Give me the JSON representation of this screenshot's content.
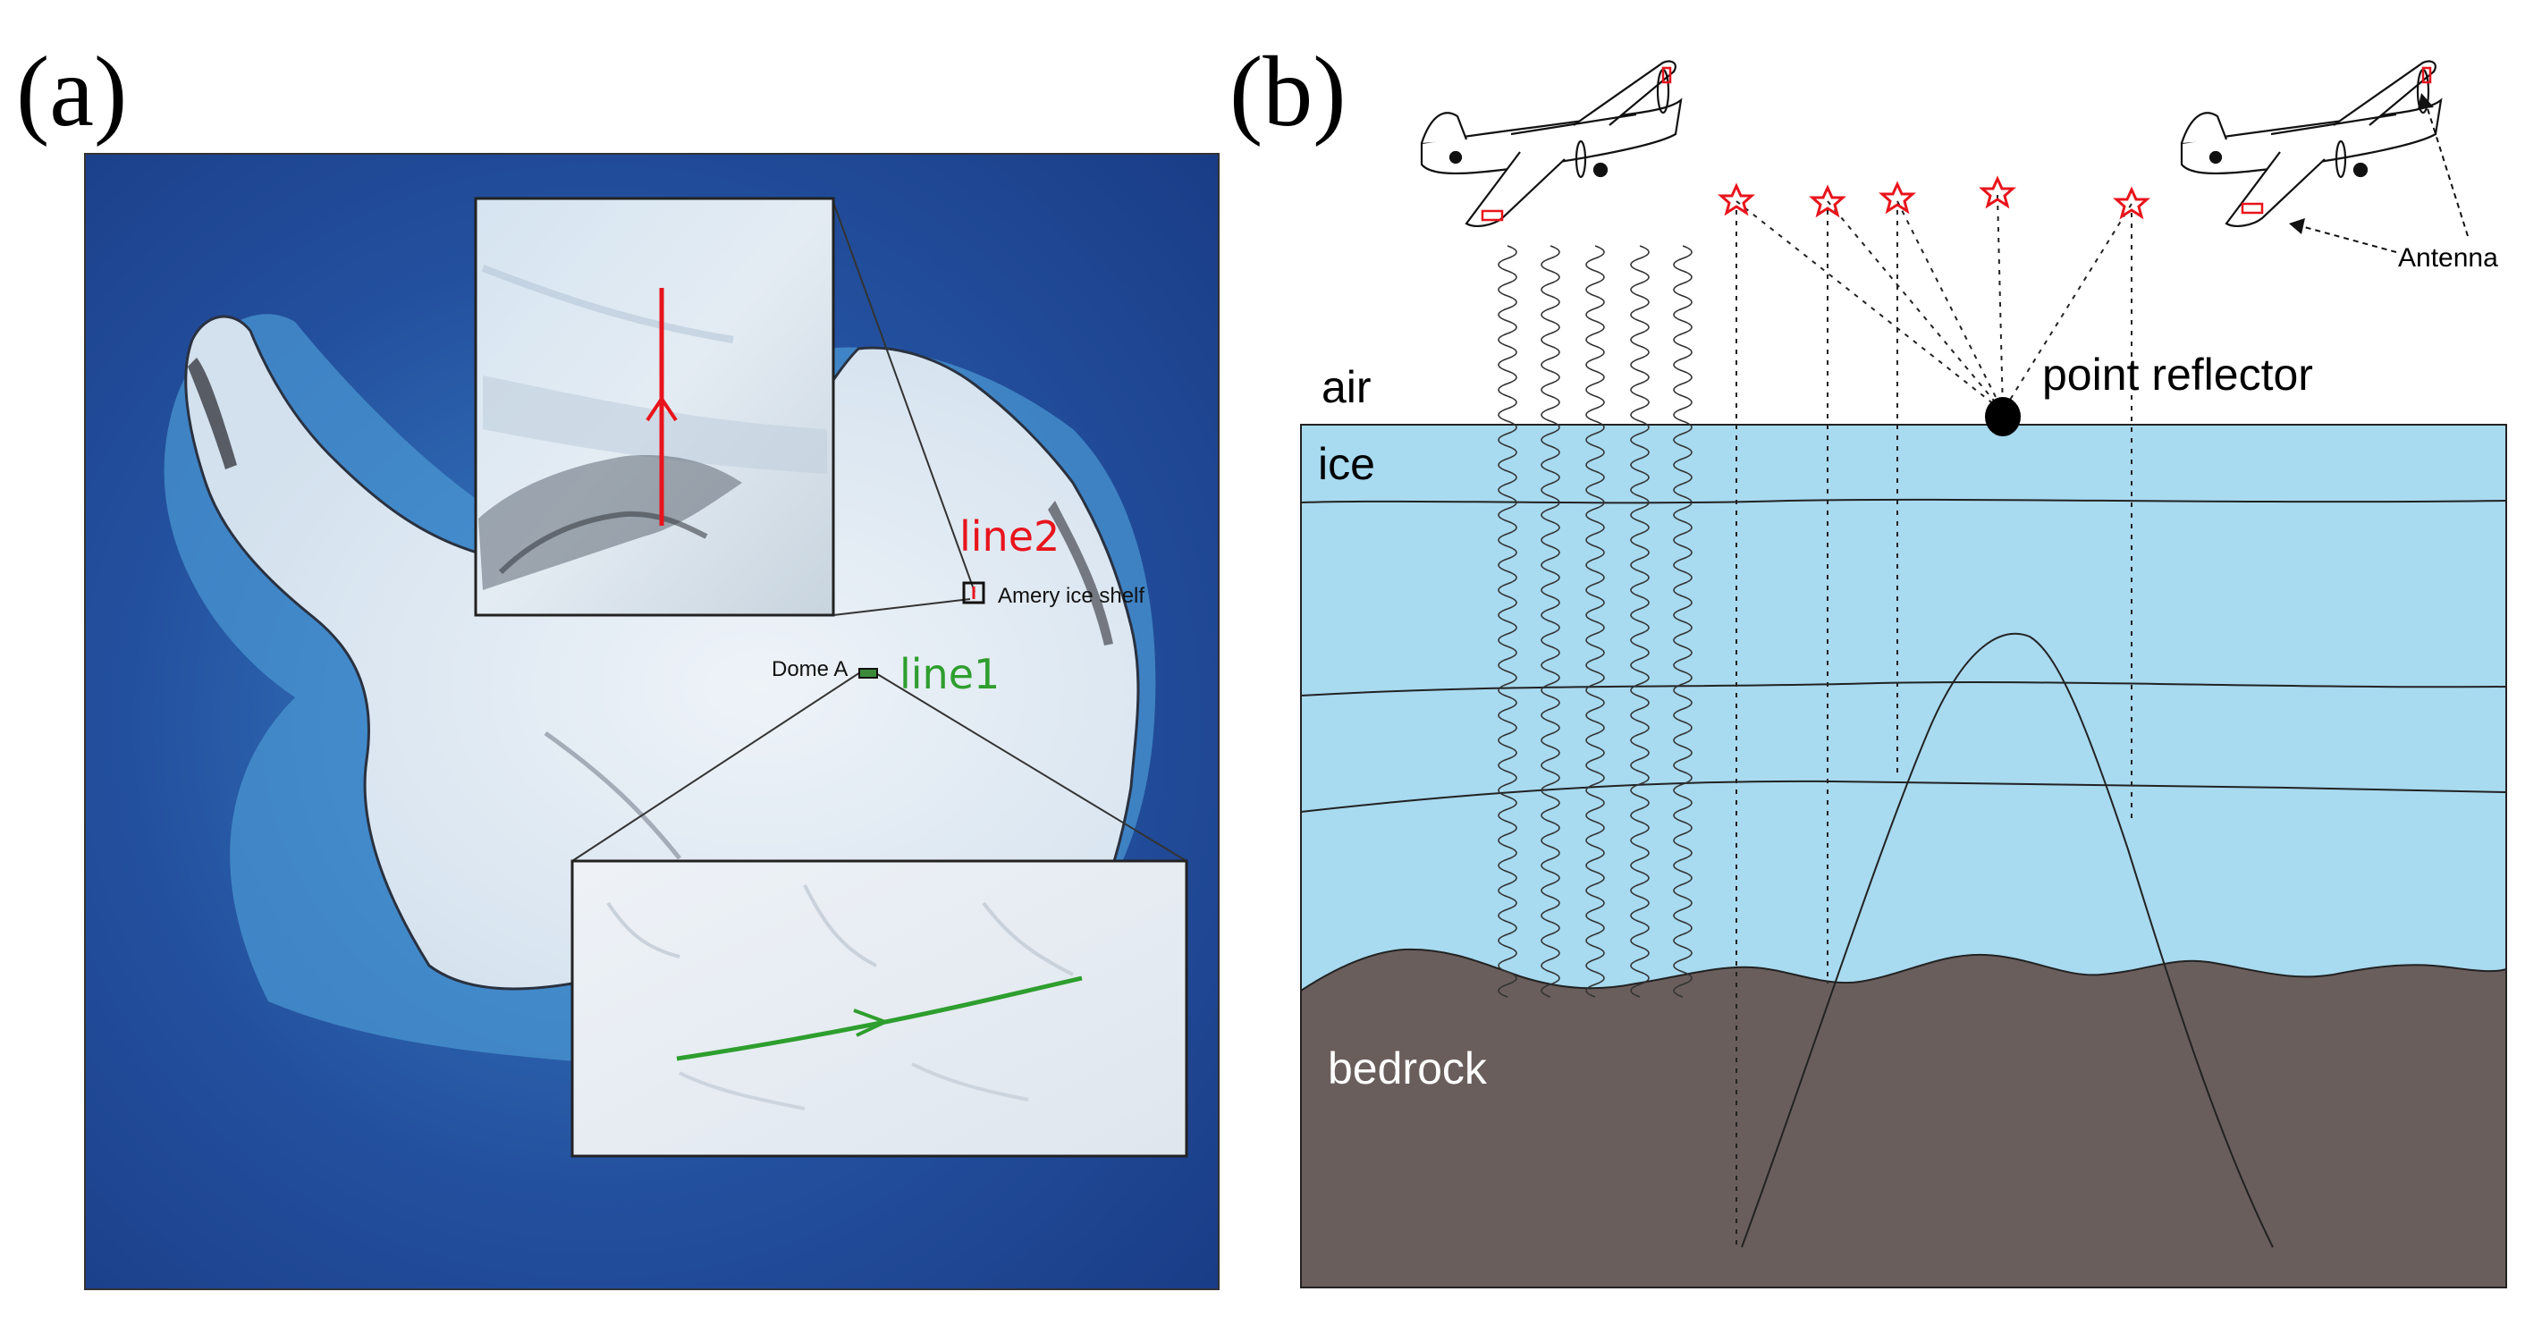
{
  "panels": {
    "a": {
      "label": "(a)",
      "places": {
        "amery": "Amery ice shelf",
        "dome_a": "Dome A"
      },
      "lines": {
        "line1": {
          "label": "line1",
          "color": "#2e9e2e"
        },
        "line2": {
          "label": "line2",
          "color": "#e8141c"
        }
      },
      "colors": {
        "ocean": "#1c3f8c",
        "shelf_water": "#3f8fcf",
        "ice": "#e6eef5",
        "inset_ice": "#dde7f0"
      }
    },
    "b": {
      "label": "(b)",
      "layers": {
        "air": "air",
        "ice": "ice",
        "bedrock": "bedrock"
      },
      "labels": {
        "point_reflector": "point reflector",
        "antenna": "Antenna"
      },
      "colors": {
        "ice": "#a8daf0",
        "bedrock": "#6a5e5c",
        "star": "#e8141c"
      }
    }
  }
}
